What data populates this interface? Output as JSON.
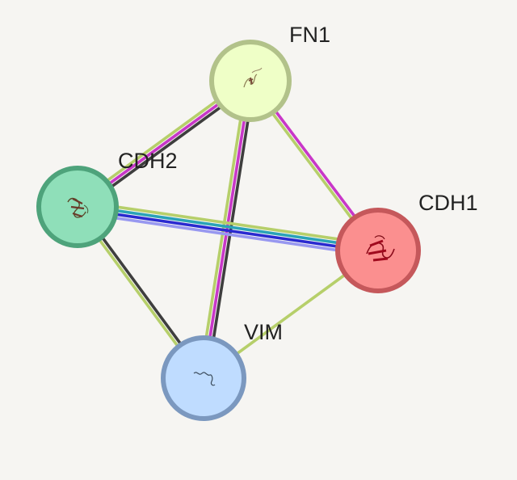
{
  "network": {
    "nodes": [
      {
        "id": "FN1",
        "label": "FN1",
        "fill": "#efffc7",
        "stroke": "#b2c28a",
        "glyph": "protein-structure-icon"
      },
      {
        "id": "CDH2",
        "label": "CDH2",
        "fill": "#8fdfb9",
        "stroke": "#4ea37b",
        "glyph": "protein-structure-icon"
      },
      {
        "id": "CDH1",
        "label": "CDH1",
        "fill": "#fb8f8f",
        "stroke": "#c5585b",
        "glyph": "protein-structure-icon"
      },
      {
        "id": "VIM",
        "label": "VIM",
        "fill": "#bfdcff",
        "stroke": "#7b98bf",
        "glyph": "protein-structure-icon"
      }
    ],
    "edges": [
      {
        "source": "FN1",
        "target": "CDH2",
        "evidence_colors": [
          "#3e3e3e",
          "#c837c8",
          "#b6cf6a"
        ]
      },
      {
        "source": "FN1",
        "target": "CDH1",
        "evidence_colors": [
          "#c837c8",
          "#b6cf6a"
        ]
      },
      {
        "source": "FN1",
        "target": "VIM",
        "evidence_colors": [
          "#3e3e3e",
          "#c837c8",
          "#b6cf6a"
        ]
      },
      {
        "source": "CDH2",
        "target": "CDH1",
        "evidence_colors": [
          "#b6cf6a",
          "#2aa3b8",
          "#2a2ad0",
          "#9898f0"
        ]
      },
      {
        "source": "CDH2",
        "target": "VIM",
        "evidence_colors": [
          "#3e3e3e",
          "#b6cf6a"
        ]
      },
      {
        "source": "CDH1",
        "target": "VIM",
        "evidence_colors": [
          "#b6cf6a"
        ]
      }
    ]
  }
}
